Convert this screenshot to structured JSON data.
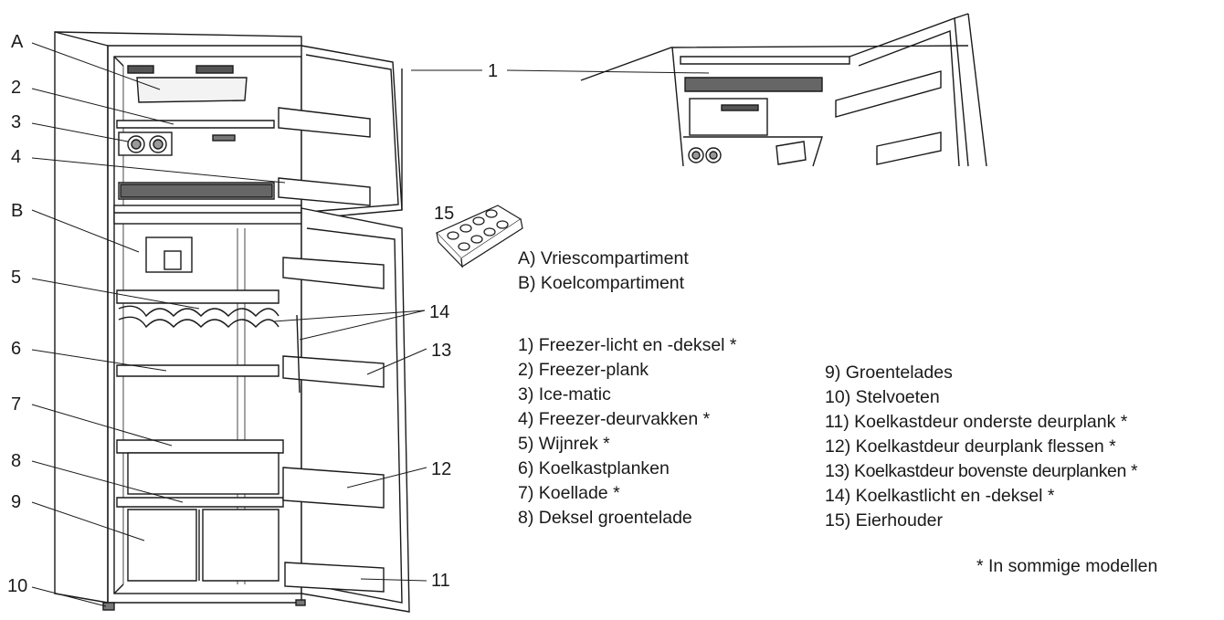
{
  "callouts": {
    "A": "A",
    "B": "B",
    "n1": "1",
    "n2": "2",
    "n3": "3",
    "n4": "4",
    "n5": "5",
    "n6": "6",
    "n7": "7",
    "n8": "8",
    "n9": "9",
    "n10": "10",
    "n11": "11",
    "n12": "12",
    "n13": "13",
    "n14": "14",
    "n15": "15"
  },
  "legend": {
    "compartments": [
      "A) Vriescompartiment",
      "B) Koelcompartiment"
    ],
    "parts_left": [
      "1) Freezer-licht en -deksel *",
      "2) Freezer-plank",
      "3) Ice-matic",
      "4) Freezer-deurvakken *",
      "5) Wijnrek *",
      "6) Koelkastplanken",
      "7) Koellade *",
      "8) Deksel groentelade"
    ],
    "parts_right": [
      "9) Groentelades",
      "10) Stelvoeten",
      "11) Koelkastdeur onderste deurplank *",
      "12) Koelkastdeur deurplank flessen *",
      "13) Koelkastdeur bovenste deurplanken *",
      "14) Koelkastlicht en -deksel *",
      "15) Eierhouder"
    ],
    "footnote": "* In sommige modellen"
  },
  "colors": {
    "line": "#1a1a1a",
    "fill": "#ffffff",
    "shade": "#d9d9d9",
    "dark": "#555555"
  }
}
